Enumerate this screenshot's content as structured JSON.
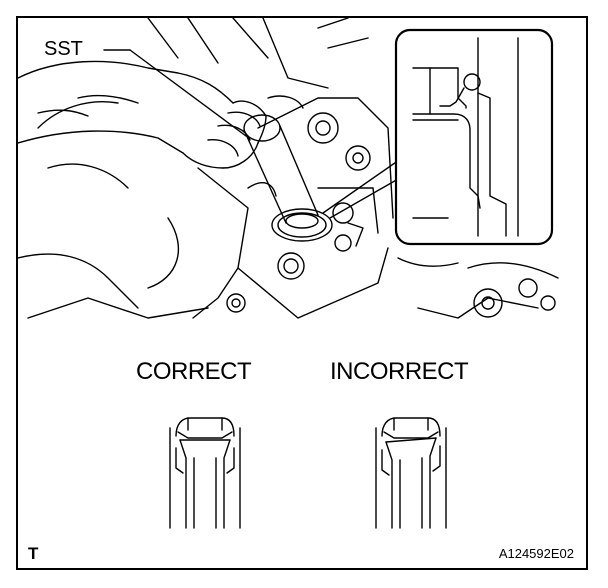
{
  "labels": {
    "sst": "SST",
    "correct": "CORRECT",
    "incorrect": "INCORRECT",
    "corner_mark": "T",
    "figure_id": "A124592E02"
  },
  "colors": {
    "line": "#000000",
    "background": "#ffffff"
  }
}
